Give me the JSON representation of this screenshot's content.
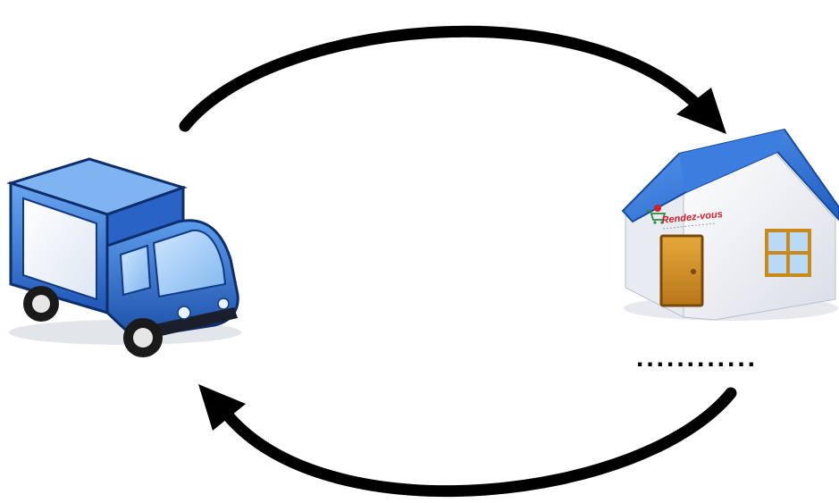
{
  "diagram": {
    "nodes": [
      {
        "id": "truck",
        "icon": "delivery-truck-icon",
        "color": "#2f6fd0"
      },
      {
        "id": "store",
        "icon": "house-icon",
        "roof_color": "#2f6fd0",
        "door_color": "#d4901e"
      }
    ],
    "edges": [
      {
        "from": "truck",
        "to": "store",
        "direction": "forward"
      },
      {
        "from": "store",
        "to": "truck",
        "direction": "return"
      }
    ],
    "store_sign": {
      "text": "Rendez-vous",
      "color": "#d21f2a",
      "logo": "shopping-cart-icon"
    },
    "ellipsis": "............"
  }
}
